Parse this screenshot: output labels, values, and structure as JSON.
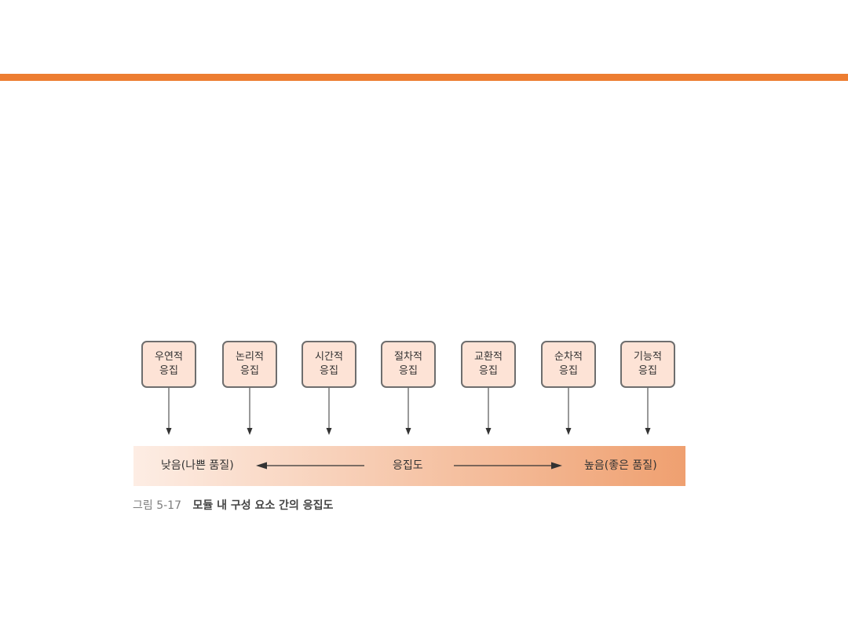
{
  "colors": {
    "accent_rule": "#ED7D31",
    "box_fill": "#FDE3D6",
    "box_border": "#6E6E6E",
    "gradient_start": "#FDEDE4",
    "gradient_end": "#EFA070",
    "arrow": "#333333"
  },
  "cohesion_types": [
    {
      "line1": "우연적",
      "line2": "응집"
    },
    {
      "line1": "논리적",
      "line2": "응집"
    },
    {
      "line1": "시간적",
      "line2": "응집"
    },
    {
      "line1": "절차적",
      "line2": "응집"
    },
    {
      "line1": "교환적",
      "line2": "응집"
    },
    {
      "line1": "순차적",
      "line2": "응집"
    },
    {
      "line1": "기능적",
      "line2": "응집"
    }
  ],
  "scale": {
    "low_label": "낮음(나쁜 품질)",
    "center_label": "응집도",
    "high_label": "높음(좋은 품질)"
  },
  "caption": {
    "number": "그림 5-17",
    "text": "모듈 내 구성 요소 간의 응집도"
  }
}
